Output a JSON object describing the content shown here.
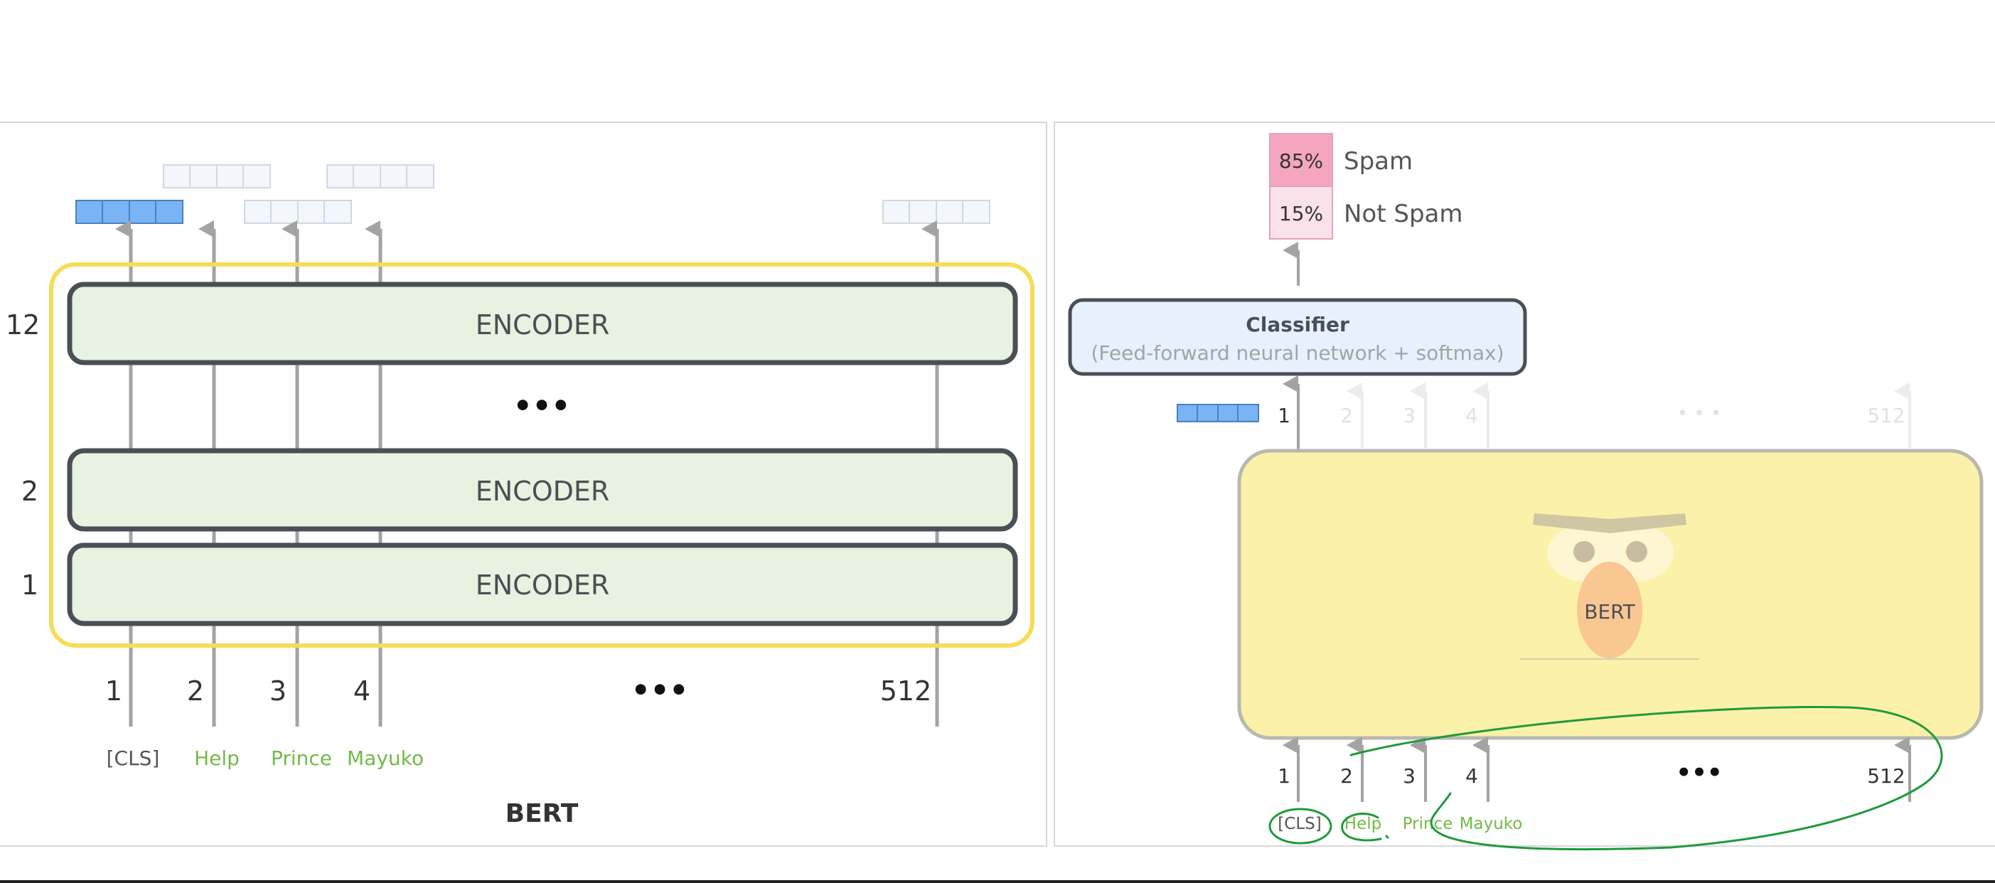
{
  "left_panel": {
    "encoder_label": "ENCODER",
    "layer_numbers": [
      "12",
      "2",
      "1"
    ],
    "ellipsis": "•••",
    "positions": [
      "1",
      "2",
      "3",
      "4",
      "512"
    ],
    "tokens": [
      "[CLS]",
      "Help",
      "Prince",
      "Mayuko"
    ],
    "caption": "BERT"
  },
  "right_panel": {
    "output": {
      "spam_percent": "85%",
      "spam_label": "Spam",
      "not_spam_percent": "15%",
      "not_spam_label": "Not Spam"
    },
    "classifier": {
      "title": "Classifier",
      "subtitle": "(Feed-forward neural network + softmax)"
    },
    "top_positions": [
      "1",
      "2",
      "3",
      "4",
      "512"
    ],
    "top_ellipsis": "• • •",
    "bert_label": "BERT",
    "bottom_positions": [
      "1",
      "2",
      "3",
      "4",
      "512"
    ],
    "bottom_ellipsis": "•••",
    "tokens": [
      "[CLS]",
      "Help",
      "Prince",
      "Mayuko"
    ]
  },
  "colors": {
    "encoder_fill": "#e8f2e0",
    "encoder_stroke": "#4a4f55",
    "highlight_yellow": "#f7dc55",
    "vector_blue": "#7ab4f5",
    "token_green": "#72bb46",
    "bert_box": "#fbf1a9",
    "spam_pink": "#f5a6be",
    "not_spam_pink": "#fbe2ea",
    "classifier_fill": "#e6f1fd",
    "annotation_green": "#1f9a3a"
  }
}
